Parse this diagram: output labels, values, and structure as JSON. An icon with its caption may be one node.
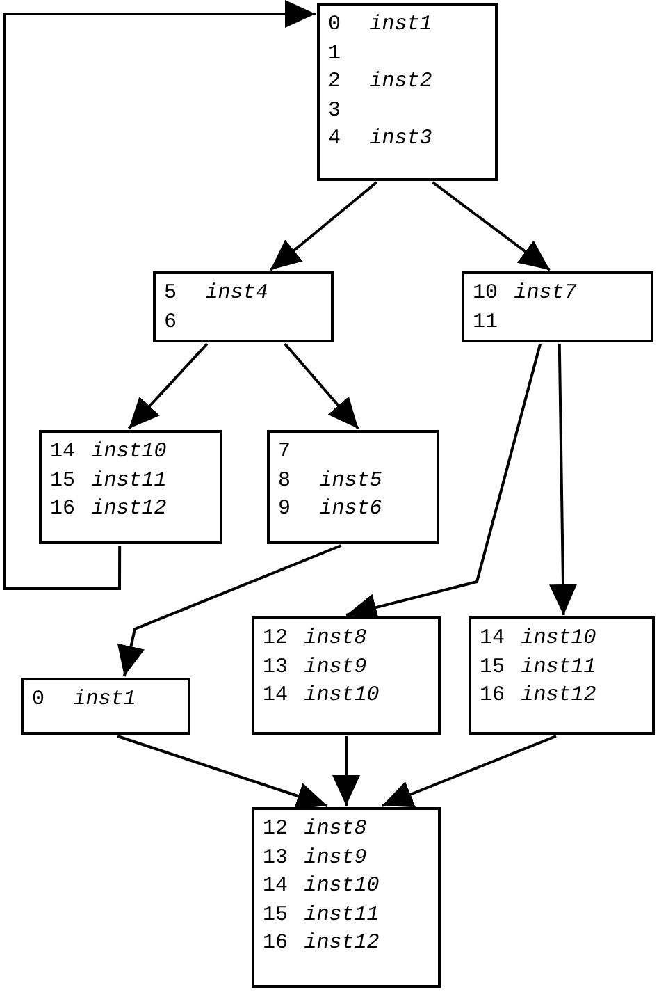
{
  "diagram": {
    "nodes": [
      {
        "text": [
          "0 inst1",
          "1",
          "2 inst2",
          "3",
          "4 inst3"
        ]
      },
      {
        "text": [
          "5 inst4",
          "6"
        ]
      },
      {
        "text": [
          "10 inst7",
          "11"
        ]
      },
      {
        "text": [
          "14 inst10",
          "15 inst11",
          "16 inst12"
        ]
      },
      {
        "text": [
          "7",
          "8 inst5",
          "9 inst6"
        ]
      },
      {
        "text": [
          "0 inst1"
        ]
      },
      {
        "text": [
          "12 inst8",
          "13 inst9",
          "14 inst10"
        ]
      },
      {
        "text": [
          "14 inst10",
          "15 inst11",
          "16 inst12"
        ]
      },
      {
        "text": [
          "12 inst8",
          "13 inst9",
          "14 inst10",
          "15 inst11",
          "16 inst12"
        ]
      }
    ],
    "edges": [
      {
        "from": 0,
        "to": 1,
        "arrow": "to"
      },
      {
        "from": 0,
        "to": 2,
        "arrow": "to"
      },
      {
        "from": 1,
        "to": 3,
        "arrow": "to"
      },
      {
        "from": 1,
        "to": 4,
        "arrow": "to"
      },
      {
        "from": 2,
        "to": 6,
        "arrow": "to"
      },
      {
        "from": 2,
        "to": 7,
        "arrow": "to"
      },
      {
        "from": 3,
        "to": 0,
        "arrow": "to"
      },
      {
        "from": 4,
        "to": 5,
        "arrow": "to"
      },
      {
        "from": 5,
        "to": 8,
        "arrow": "to"
      },
      {
        "from": 6,
        "to": 8,
        "arrow": "to"
      },
      {
        "from": 7,
        "to": 8,
        "arrow": "to"
      }
    ]
  }
}
